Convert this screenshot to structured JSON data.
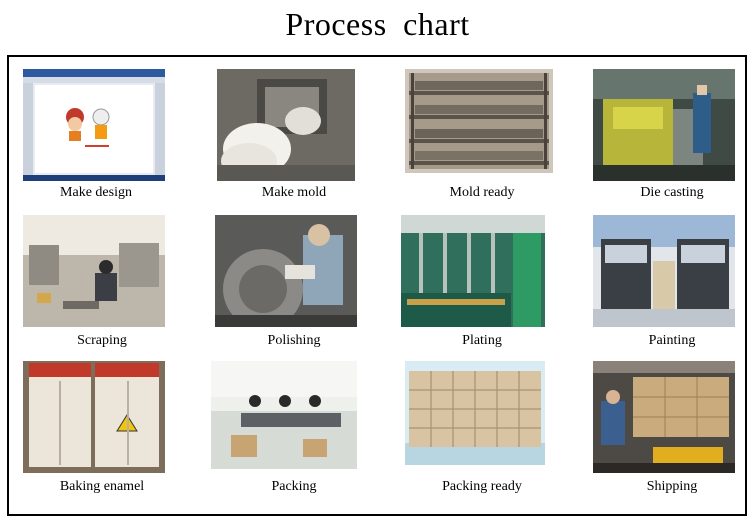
{
  "title": "Process  chart",
  "steps": [
    {
      "label": "Make design"
    },
    {
      "label": "Make mold"
    },
    {
      "label": "Mold ready"
    },
    {
      "label": "Die casting"
    },
    {
      "label": "Scraping"
    },
    {
      "label": "Polishing"
    },
    {
      "label": "Plating"
    },
    {
      "label": "Painting"
    },
    {
      "label": "Baking enamel"
    },
    {
      "label": "Packing"
    },
    {
      "label": "Packing ready"
    },
    {
      "label": "Shipping"
    }
  ]
}
